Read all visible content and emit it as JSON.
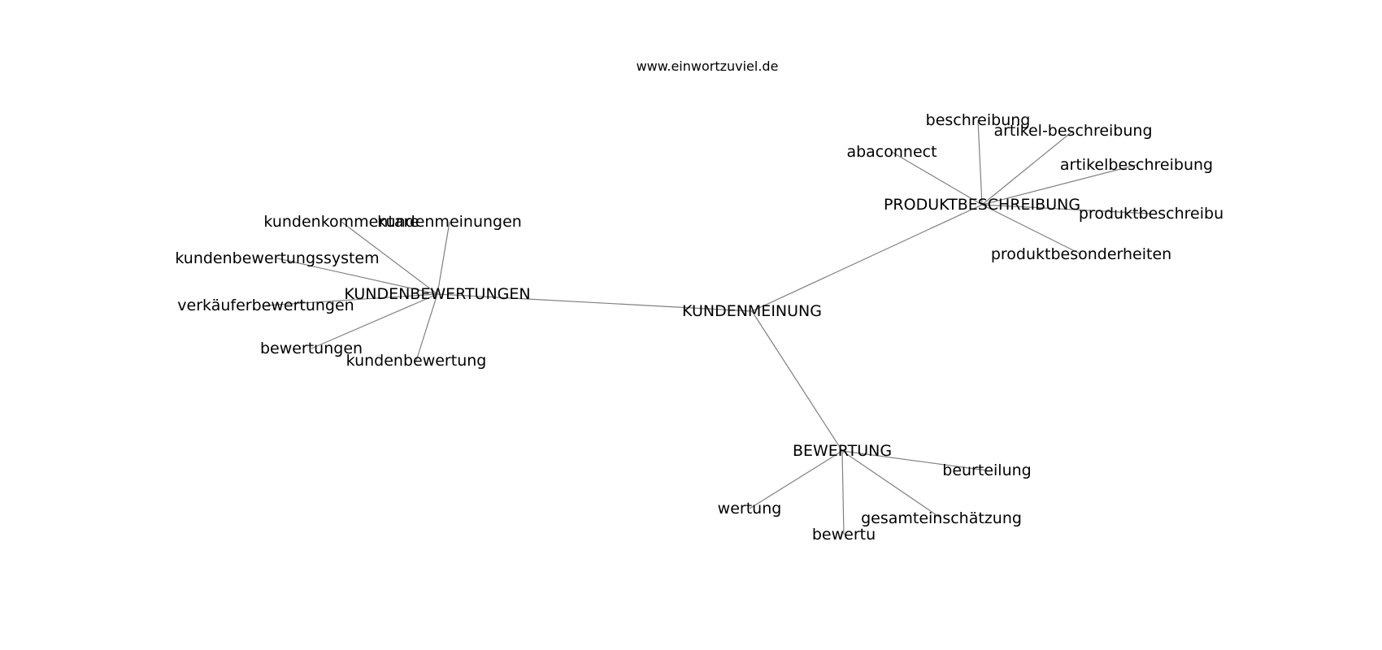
{
  "source": "www.einwortzuviel.de",
  "graph": {
    "nodes": [
      {
        "id": "center",
        "label": "KUNDENMEINUNG"
      },
      {
        "id": "hub-produkt",
        "label": "PRODUKTBESCHREIBUNG"
      },
      {
        "id": "hub-kunden",
        "label": "KUNDENBEWERTUNGEN"
      },
      {
        "id": "hub-bewertung",
        "label": "BEWERTUNG"
      },
      {
        "id": "beschreibung",
        "label": "beschreibung"
      },
      {
        "id": "artikel-beschreibung",
        "label": "artikel-beschreibung"
      },
      {
        "id": "abaconnect",
        "label": "abaconnect"
      },
      {
        "id": "artikelbeschreibung",
        "label": "artikelbeschreibung"
      },
      {
        "id": "produktbeschreibu",
        "label": "produktbeschreibu"
      },
      {
        "id": "produktbesonderheiten",
        "label": "produktbesonderheiten"
      },
      {
        "id": "kundenkommentare",
        "label": "kundenkommentare"
      },
      {
        "id": "kundenmeinungen",
        "label": "kundenmeinungen"
      },
      {
        "id": "kundenbewertungssystem",
        "label": "kundenbewertungssystem"
      },
      {
        "id": "verkaeuferbewertungen",
        "label": "verkäuferbewertungen"
      },
      {
        "id": "bewertungen",
        "label": "bewertungen"
      },
      {
        "id": "kundenbewertung",
        "label": "kundenbewertung"
      },
      {
        "id": "beurteilung",
        "label": "beurteilung"
      },
      {
        "id": "wertung",
        "label": "wertung"
      },
      {
        "id": "gesamteinschaetzung",
        "label": "gesamteinschätzung"
      },
      {
        "id": "bewertu",
        "label": "bewertu"
      }
    ],
    "edges": [
      [
        "center",
        "hub-produkt"
      ],
      [
        "center",
        "hub-kunden"
      ],
      [
        "center",
        "hub-bewertung"
      ],
      [
        "hub-produkt",
        "beschreibung"
      ],
      [
        "hub-produkt",
        "artikel-beschreibung"
      ],
      [
        "hub-produkt",
        "abaconnect"
      ],
      [
        "hub-produkt",
        "artikelbeschreibung"
      ],
      [
        "hub-produkt",
        "produktbeschreibu"
      ],
      [
        "hub-produkt",
        "produktbesonderheiten"
      ],
      [
        "hub-kunden",
        "kundenkommentare"
      ],
      [
        "hub-kunden",
        "kundenmeinungen"
      ],
      [
        "hub-kunden",
        "kundenbewertungssystem"
      ],
      [
        "hub-kunden",
        "verkaeuferbewertungen"
      ],
      [
        "hub-kunden",
        "bewertungen"
      ],
      [
        "hub-kunden",
        "kundenbewertung"
      ],
      [
        "hub-bewertung",
        "beurteilung"
      ],
      [
        "hub-bewertung",
        "wertung"
      ],
      [
        "hub-bewertung",
        "gesamteinschaetzung"
      ],
      [
        "hub-bewertung",
        "bewertu"
      ]
    ]
  }
}
